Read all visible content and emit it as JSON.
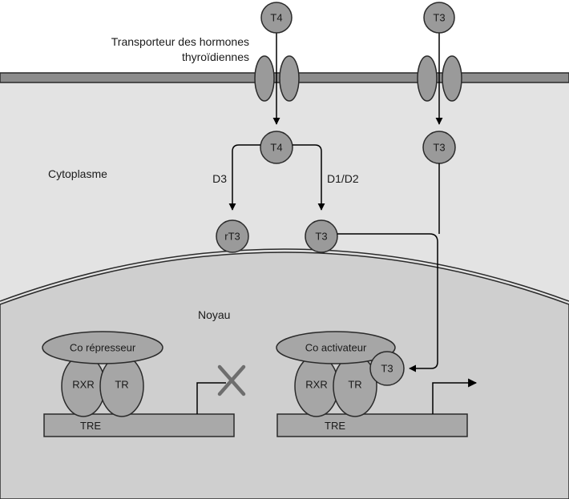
{
  "labels": {
    "transporter_line1": "Transporteur des hormones",
    "transporter_line2": "thyroïdiennes",
    "cytoplasm": "Cytoplasme",
    "nucleus": "Noyau",
    "d3": "D3",
    "d1d2": "D1/D2"
  },
  "molecules": {
    "t4_outside": "T4",
    "t3_outside": "T3",
    "t4_cytoplasm": "T4",
    "t3_cytoplasm": "T3",
    "rt3": "rT3",
    "t3_converted": "T3",
    "t3_bound": "T3"
  },
  "complexes": {
    "left": {
      "coregulator": "Co répresseur",
      "rxr": "RXR",
      "tr": "TR",
      "tre": "TRE",
      "transcription": "blocked"
    },
    "right": {
      "coregulator": "Co activateur",
      "rxr": "RXR",
      "tr": "TR",
      "tre": "TRE",
      "transcription": "active"
    }
  },
  "colors": {
    "cytoplasm": "#e3e3e3",
    "nucleus": "#cfcfcf",
    "membrane": "#8c8c8c",
    "molecule": "#9a9a9a",
    "protein": "#a6a6a6",
    "tre_bar": "#a9a9a9",
    "block_mark": "#6e6e6e"
  }
}
